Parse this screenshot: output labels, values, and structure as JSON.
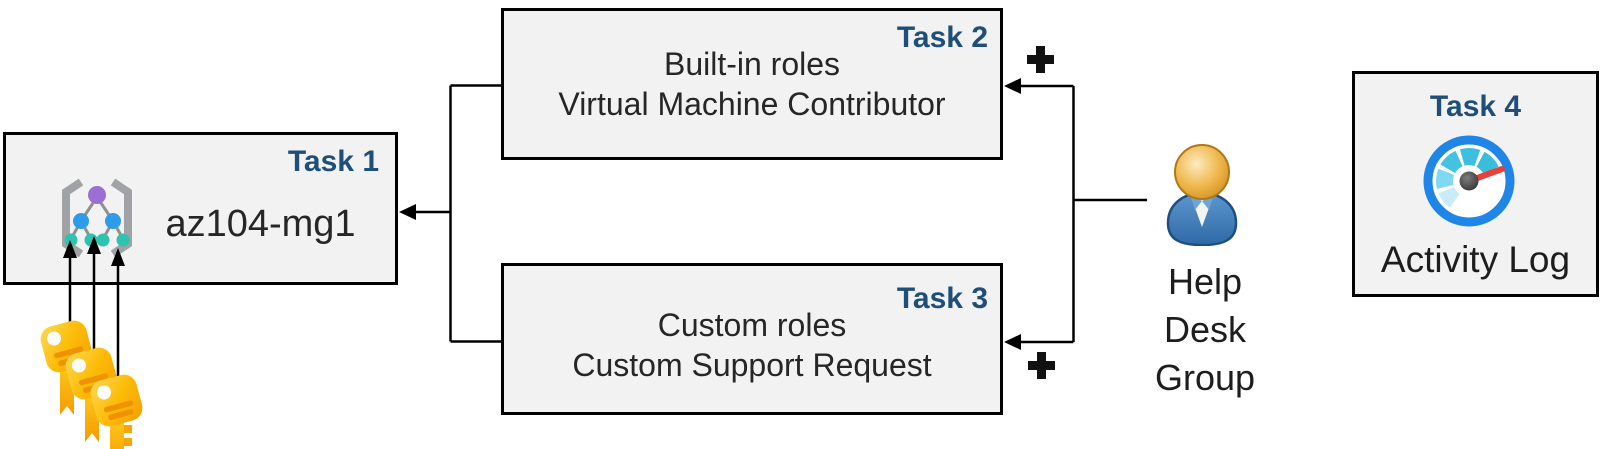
{
  "diagram_title_hint": "Azure AZ-104 RBAC lab tasks diagram",
  "boxes": {
    "task1": {
      "label": "Task 1",
      "title": "az104-mg1"
    },
    "task2": {
      "label": "Task 2",
      "lines": [
        "Built-in roles",
        "Virtual Machine Contributor"
      ]
    },
    "task3": {
      "label": "Task 3",
      "lines": [
        "Custom roles",
        "Custom Support Request"
      ]
    },
    "task4": {
      "label": "Task 4",
      "caption": "Activity Log"
    }
  },
  "annotations": {
    "help_desk_group": {
      "lines": [
        "Help Desk",
        "Group"
      ]
    },
    "plus_symbol": "+"
  },
  "icons": {
    "task1_icon": "management-group-icon",
    "keys_icon": "keys-icon",
    "person_icon": "user-icon",
    "task4_icon": "gauge-icon",
    "plus_top": "plus-icon",
    "plus_bottom": "plus-icon"
  },
  "colors": {
    "task_label_blue": "#1F4E79",
    "box_fill": "#F2F2F2",
    "box_border": "#000000",
    "body_text": "#262626",
    "connector": "#000000",
    "key_gold": "#FBB400",
    "key_stripe": "#EF9300",
    "gauge_ring_blue": "#1F86E8",
    "gauge_needle_red": "#E8403A",
    "gauge_segment_teal": "#3ABCDC",
    "person_body_blue": "#3D7AB8",
    "person_head_gold": "#E8AE4A",
    "mg_purple": "#9B6FD4",
    "mg_blue": "#2F9CEA",
    "mg_teal": "#2EC3B0",
    "mg_gray": "#A0A2A5"
  }
}
